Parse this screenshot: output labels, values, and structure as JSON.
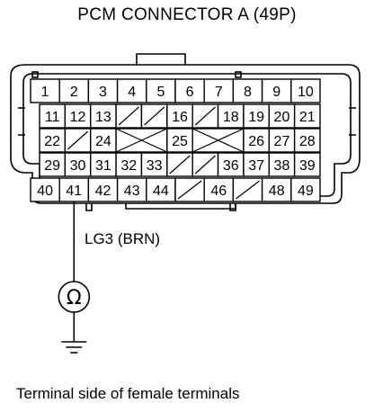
{
  "title": "PCM CONNECTOR A (49P)",
  "wire_label": "LG3 (BRN)",
  "meter_symbol": "Ω",
  "caption": "Terminal side of female terminals",
  "probe_terminal": "41",
  "rows": [
    [
      "1",
      "2",
      "3",
      "4",
      "5",
      "6",
      "7",
      "8",
      "9",
      "10"
    ],
    [
      "11",
      "12",
      "13",
      "/",
      "/",
      "16",
      "/",
      "18",
      "19",
      "20",
      "21"
    ],
    [
      "22",
      "/",
      "24",
      "X",
      "X",
      "25",
      "X",
      "X",
      "26",
      "27",
      "28"
    ],
    [
      "29",
      "30",
      "31",
      "32",
      "33",
      "/",
      "/",
      "36",
      "37",
      "38",
      "39"
    ],
    [
      "40",
      "41",
      "42",
      "43",
      "44",
      "/",
      "46",
      "/",
      "48",
      "49"
    ]
  ]
}
